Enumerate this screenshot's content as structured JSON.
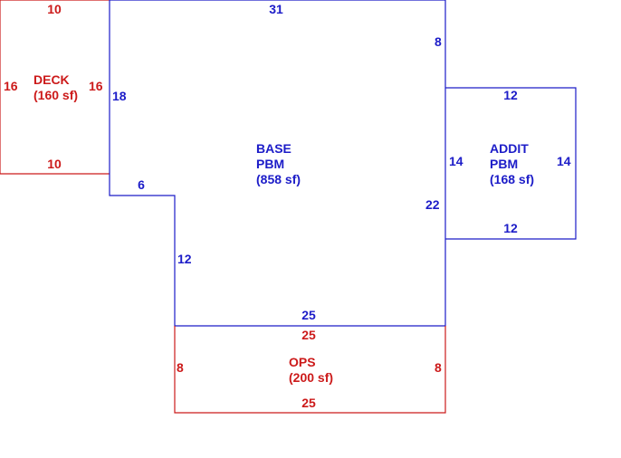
{
  "colors": {
    "base": "#1c1cc8",
    "extension": "#cc1a1a",
    "background": "#ffffff"
  },
  "deck": {
    "name": "DECK",
    "area": "(160 sf)",
    "dim_top": "10",
    "dim_bottom": "10",
    "dim_left": "16",
    "dim_right": "16"
  },
  "base": {
    "name_line1": "BASE",
    "name_line2": "PBM",
    "area": "(858 sf)",
    "dim_top": "31",
    "dim_right_upper": "8",
    "dim_left_upper": "18",
    "dim_step": "6",
    "dim_right_lower": "22",
    "dim_left_lower": "12",
    "dim_bottom": "25"
  },
  "addit": {
    "name_line1": "ADDIT",
    "name_line2": "PBM",
    "area": "(168 sf)",
    "dim_top": "12",
    "dim_bottom": "12",
    "dim_left": "14",
    "dim_right": "14"
  },
  "ops": {
    "name": "OPS",
    "area": "(200 sf)",
    "dim_top": "25",
    "dim_bottom": "25",
    "dim_left": "8",
    "dim_right": "8"
  }
}
